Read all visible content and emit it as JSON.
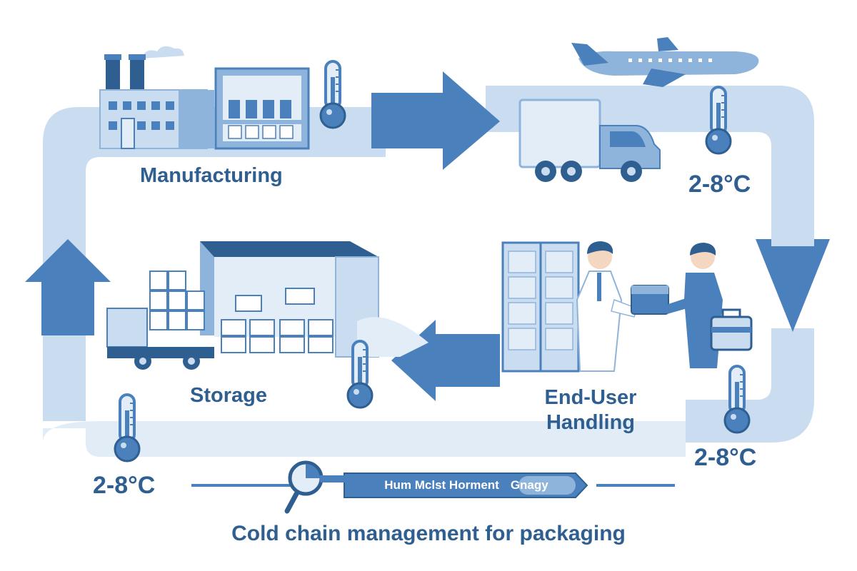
{
  "stages": {
    "manufacturing": "Manufacturing",
    "storage": "Storage",
    "end_user_line1": "End-User",
    "end_user_line2": "Handling"
  },
  "temperatures": {
    "transport": "2-8°C",
    "storage_side": "2-8°C",
    "end_user_side": "2-8°C"
  },
  "indicator": {
    "text_main": "Hum Mclst Horment",
    "text_tail": "Gnagy"
  },
  "caption": "Cold chain management for packaging",
  "colors": {
    "primary": "#4a80bb",
    "light": "#c9dcf0",
    "pale": "#e3edf8",
    "dark": "#2f5f91",
    "mid": "#8fb4dc"
  },
  "icons": [
    "factory-icon",
    "airplane-icon",
    "truck-icon",
    "warehouse-icon",
    "refrigerator-icon",
    "thermometer-icon",
    "magnifier-icon"
  ]
}
